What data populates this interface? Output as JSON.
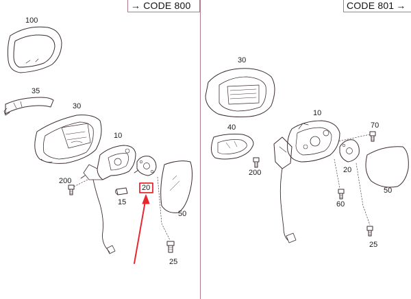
{
  "header": {
    "left_code": "CODE 800",
    "right_code": "CODE 801",
    "arrow_glyph": "→"
  },
  "left_panel": {
    "labels": {
      "p100": "100",
      "p35": "35",
      "p30": "30",
      "p10": "10",
      "p200": "200",
      "p15": "15",
      "p20": "20",
      "p50": "50",
      "p25": "25"
    }
  },
  "right_panel": {
    "labels": {
      "p30": "30",
      "p10": "10",
      "p40": "40",
      "p70": "70",
      "p200": "200",
      "p20": "20",
      "p50": "50",
      "p60": "60",
      "p25": "25"
    }
  },
  "highlight": {
    "color": "#e8262d",
    "target_label": "20"
  },
  "colors": {
    "line": "#2a2a2a",
    "part_outline": "#7a5560",
    "divider": "#b07a8e"
  }
}
